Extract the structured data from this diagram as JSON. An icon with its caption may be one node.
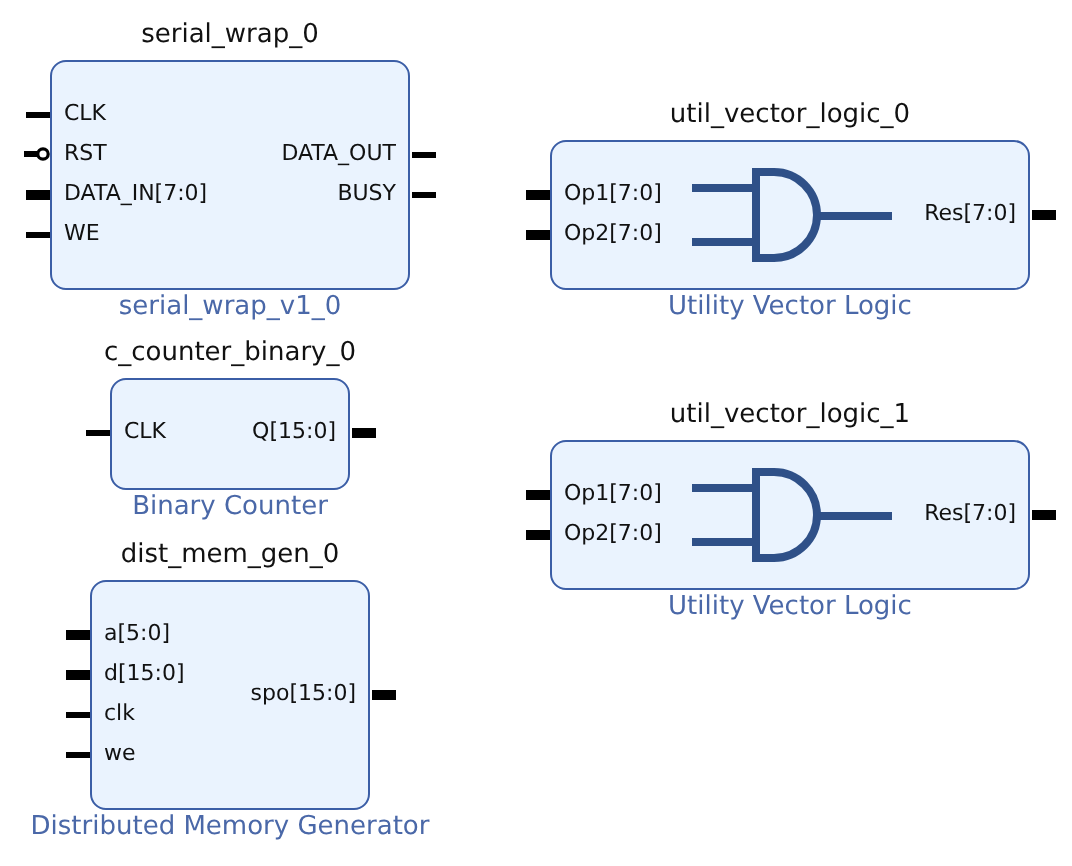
{
  "diagram": {
    "nodes": [
      {
        "text": [
          "serial_wrap_0",
          "CLK",
          "RST",
          "DATA_IN[7:0]",
          "WE",
          "DATA_OUT",
          "BUSY",
          "serial_wrap_v1_0"
        ]
      },
      {
        "text": [
          "c_counter_binary_0",
          "CLK",
          "Q[15:0]",
          "Binary Counter"
        ]
      },
      {
        "text": [
          "dist_mem_gen_0",
          "a[5:0]",
          "d[15:0]",
          "clk",
          "we",
          "spo[15:0]",
          "Distributed Memory Generator"
        ]
      },
      {
        "text": [
          "util_vector_logic_0",
          "Op1[7:0]",
          "Op2[7:0]",
          "Res[7:0]",
          "Utility Vector Logic"
        ]
      },
      {
        "text": [
          "util_vector_logic_1",
          "Op1[7:0]",
          "Op2[7:0]",
          "Res[7:0]",
          "Utility Vector Logic"
        ]
      }
    ]
  }
}
